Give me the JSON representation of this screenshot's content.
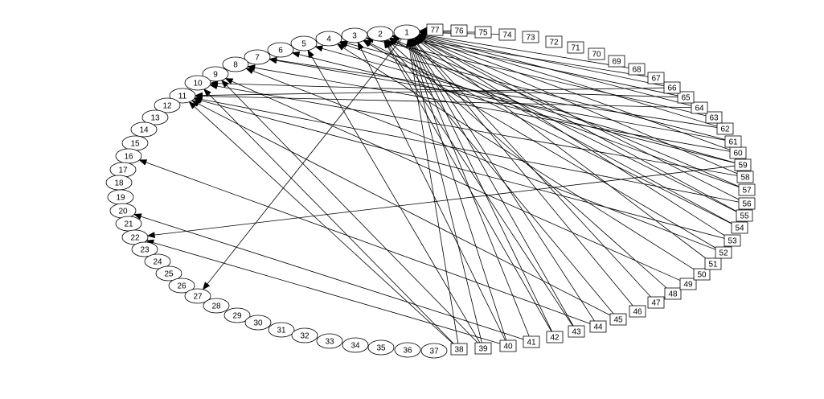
{
  "graph": {
    "type": "network",
    "colors": {
      "background": "#ffffff",
      "stroke": "#000000",
      "text": "#000000"
    },
    "ellipse_nodes": [
      "1",
      "2",
      "3",
      "4",
      "5",
      "6",
      "7",
      "8",
      "9",
      "10",
      "11",
      "12",
      "13",
      "14",
      "15",
      "16",
      "17",
      "18",
      "19",
      "20",
      "21",
      "22",
      "23",
      "24",
      "25",
      "26",
      "27",
      "28",
      "29",
      "30",
      "31",
      "32",
      "33",
      "34",
      "35",
      "36",
      "37"
    ],
    "box_nodes": [
      "38",
      "39",
      "40",
      "41",
      "42",
      "43",
      "44",
      "45",
      "46",
      "47",
      "48",
      "49",
      "50",
      "51",
      "52",
      "53",
      "54",
      "55",
      "56",
      "57",
      "58",
      "59",
      "60",
      "61",
      "62",
      "63",
      "64",
      "65",
      "66",
      "67",
      "68",
      "69",
      "70",
      "71",
      "72",
      "73",
      "74",
      "75",
      "76",
      "77"
    ],
    "edges": [
      [
        "77",
        "1"
      ],
      [
        "76",
        "1"
      ],
      [
        "75",
        "1"
      ],
      [
        "74",
        "1"
      ],
      [
        "68",
        "1"
      ],
      [
        "67",
        "2"
      ],
      [
        "66",
        "1"
      ],
      [
        "65",
        "2"
      ],
      [
        "64",
        "1"
      ],
      [
        "63",
        "3"
      ],
      [
        "62",
        "1"
      ],
      [
        "61",
        "4"
      ],
      [
        "60",
        "1"
      ],
      [
        "59",
        "5"
      ],
      [
        "59",
        "6"
      ],
      [
        "59",
        "22"
      ],
      [
        "58",
        "1"
      ],
      [
        "57",
        "2"
      ],
      [
        "56",
        "1"
      ],
      [
        "55",
        "1"
      ],
      [
        "54",
        "2"
      ],
      [
        "53",
        "1"
      ],
      [
        "52",
        "3"
      ],
      [
        "51",
        "1"
      ],
      [
        "50",
        "4"
      ],
      [
        "46",
        "1"
      ],
      [
        "45",
        "2"
      ],
      [
        "45",
        "11"
      ],
      [
        "44",
        "1"
      ],
      [
        "44",
        "16"
      ],
      [
        "43",
        "1"
      ],
      [
        "42",
        "2"
      ],
      [
        "41",
        "1"
      ],
      [
        "41",
        "20"
      ],
      [
        "40",
        "1"
      ],
      [
        "40",
        "3"
      ],
      [
        "40",
        "22"
      ],
      [
        "39",
        "1"
      ],
      [
        "39",
        "5"
      ],
      [
        "39",
        "9"
      ],
      [
        "38",
        "1"
      ],
      [
        "38",
        "11"
      ],
      [
        "38",
        "10"
      ],
      [
        "64",
        "11"
      ],
      [
        "65",
        "10"
      ],
      [
        "66",
        "11"
      ],
      [
        "60",
        "8"
      ],
      [
        "62",
        "7"
      ],
      [
        "61",
        "7"
      ],
      [
        "58",
        "10"
      ],
      [
        "56",
        "11"
      ],
      [
        "53",
        "11"
      ],
      [
        "49",
        "9"
      ],
      [
        "47",
        "1"
      ],
      [
        "48",
        "2"
      ],
      [
        "52",
        "8"
      ],
      [
        "54",
        "3"
      ],
      [
        "55",
        "2"
      ],
      [
        "57",
        "4"
      ],
      [
        "42",
        "1"
      ],
      [
        "43",
        "2"
      ],
      [
        "1",
        "27"
      ]
    ]
  }
}
